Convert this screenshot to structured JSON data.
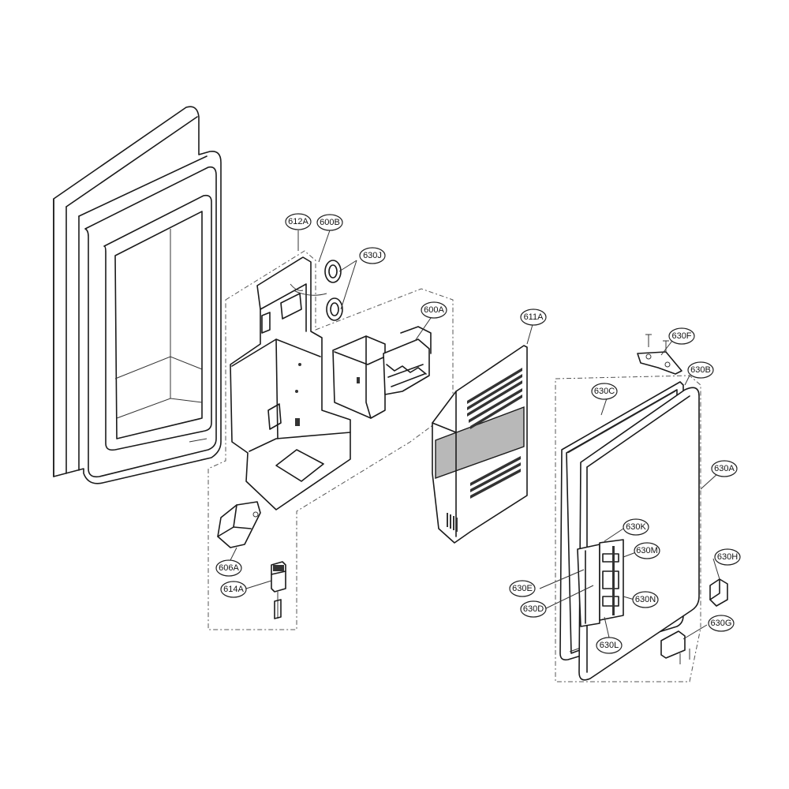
{
  "callouts": {
    "p612A": "612A",
    "p600B": "600B",
    "p630J": "630J",
    "p600A": "600A",
    "p611A": "611A",
    "p630F": "630F",
    "p630B": "630B",
    "p630C": "630C",
    "p630D_A": "630A",
    "p630K": "630K",
    "p630M": "630M",
    "p630H": "630H",
    "p630E": "630E",
    "p630D": "630D",
    "p630N": "630N",
    "p630G": "630G",
    "p630L": "630L",
    "p606A": "606A",
    "p614A": "614A"
  }
}
